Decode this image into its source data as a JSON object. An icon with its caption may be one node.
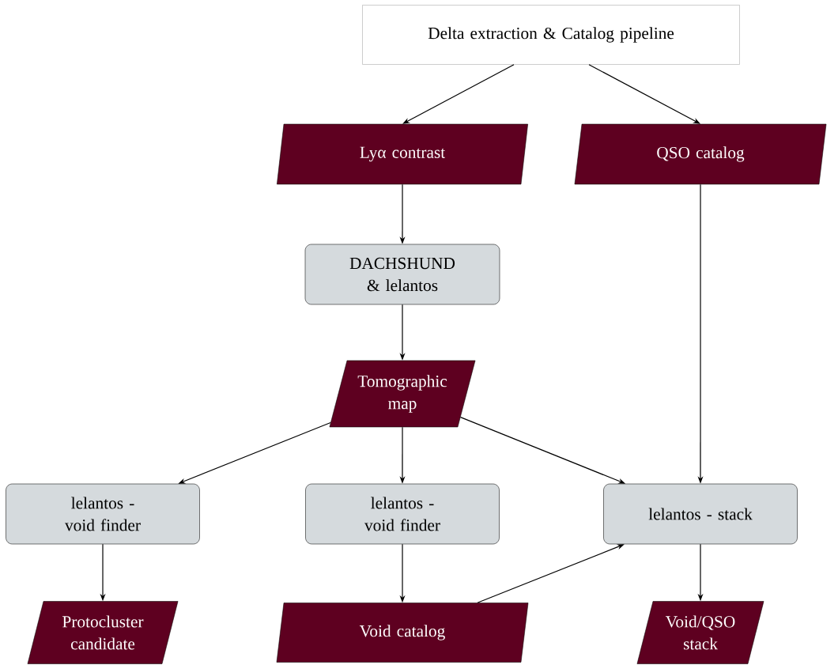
{
  "diagram": {
    "nodes": [
      {
        "text": [
          "Delta extraction & Catalog pipeline"
        ]
      },
      {
        "text": [
          "Lyα contrast"
        ]
      },
      {
        "text": [
          "QSO catalog"
        ]
      },
      {
        "text": [
          "DACHSHUND & lelantos"
        ]
      },
      {
        "text": [
          "Tomographic map"
        ]
      },
      {
        "text": [
          "lelantos - void finder"
        ]
      },
      {
        "text": [
          "lelantos - void finder"
        ]
      },
      {
        "text": [
          "lelantos - stack"
        ]
      },
      {
        "text": [
          "Protocluster candidate"
        ]
      },
      {
        "text": [
          "Void catalog"
        ]
      },
      {
        "text": [
          "Void/QSO stack"
        ]
      }
    ],
    "edges": [
      {
        "from": 0,
        "to": 1,
        "arrow": "to"
      },
      {
        "from": 0,
        "to": 2,
        "arrow": "to"
      },
      {
        "from": 1,
        "to": 3,
        "arrow": "to"
      },
      {
        "from": 3,
        "to": 4,
        "arrow": "to"
      },
      {
        "from": 4,
        "to": 5,
        "arrow": "to"
      },
      {
        "from": 4,
        "to": 6,
        "arrow": "to"
      },
      {
        "from": 4,
        "to": 7,
        "arrow": "to"
      },
      {
        "from": 2,
        "to": 7,
        "arrow": "to"
      },
      {
        "from": 5,
        "to": 8,
        "arrow": "to"
      },
      {
        "from": 6,
        "to": 9,
        "arrow": "to"
      },
      {
        "from": 9,
        "to": 7,
        "arrow": "to"
      },
      {
        "from": 7,
        "to": 10,
        "arrow": "to"
      }
    ]
  }
}
